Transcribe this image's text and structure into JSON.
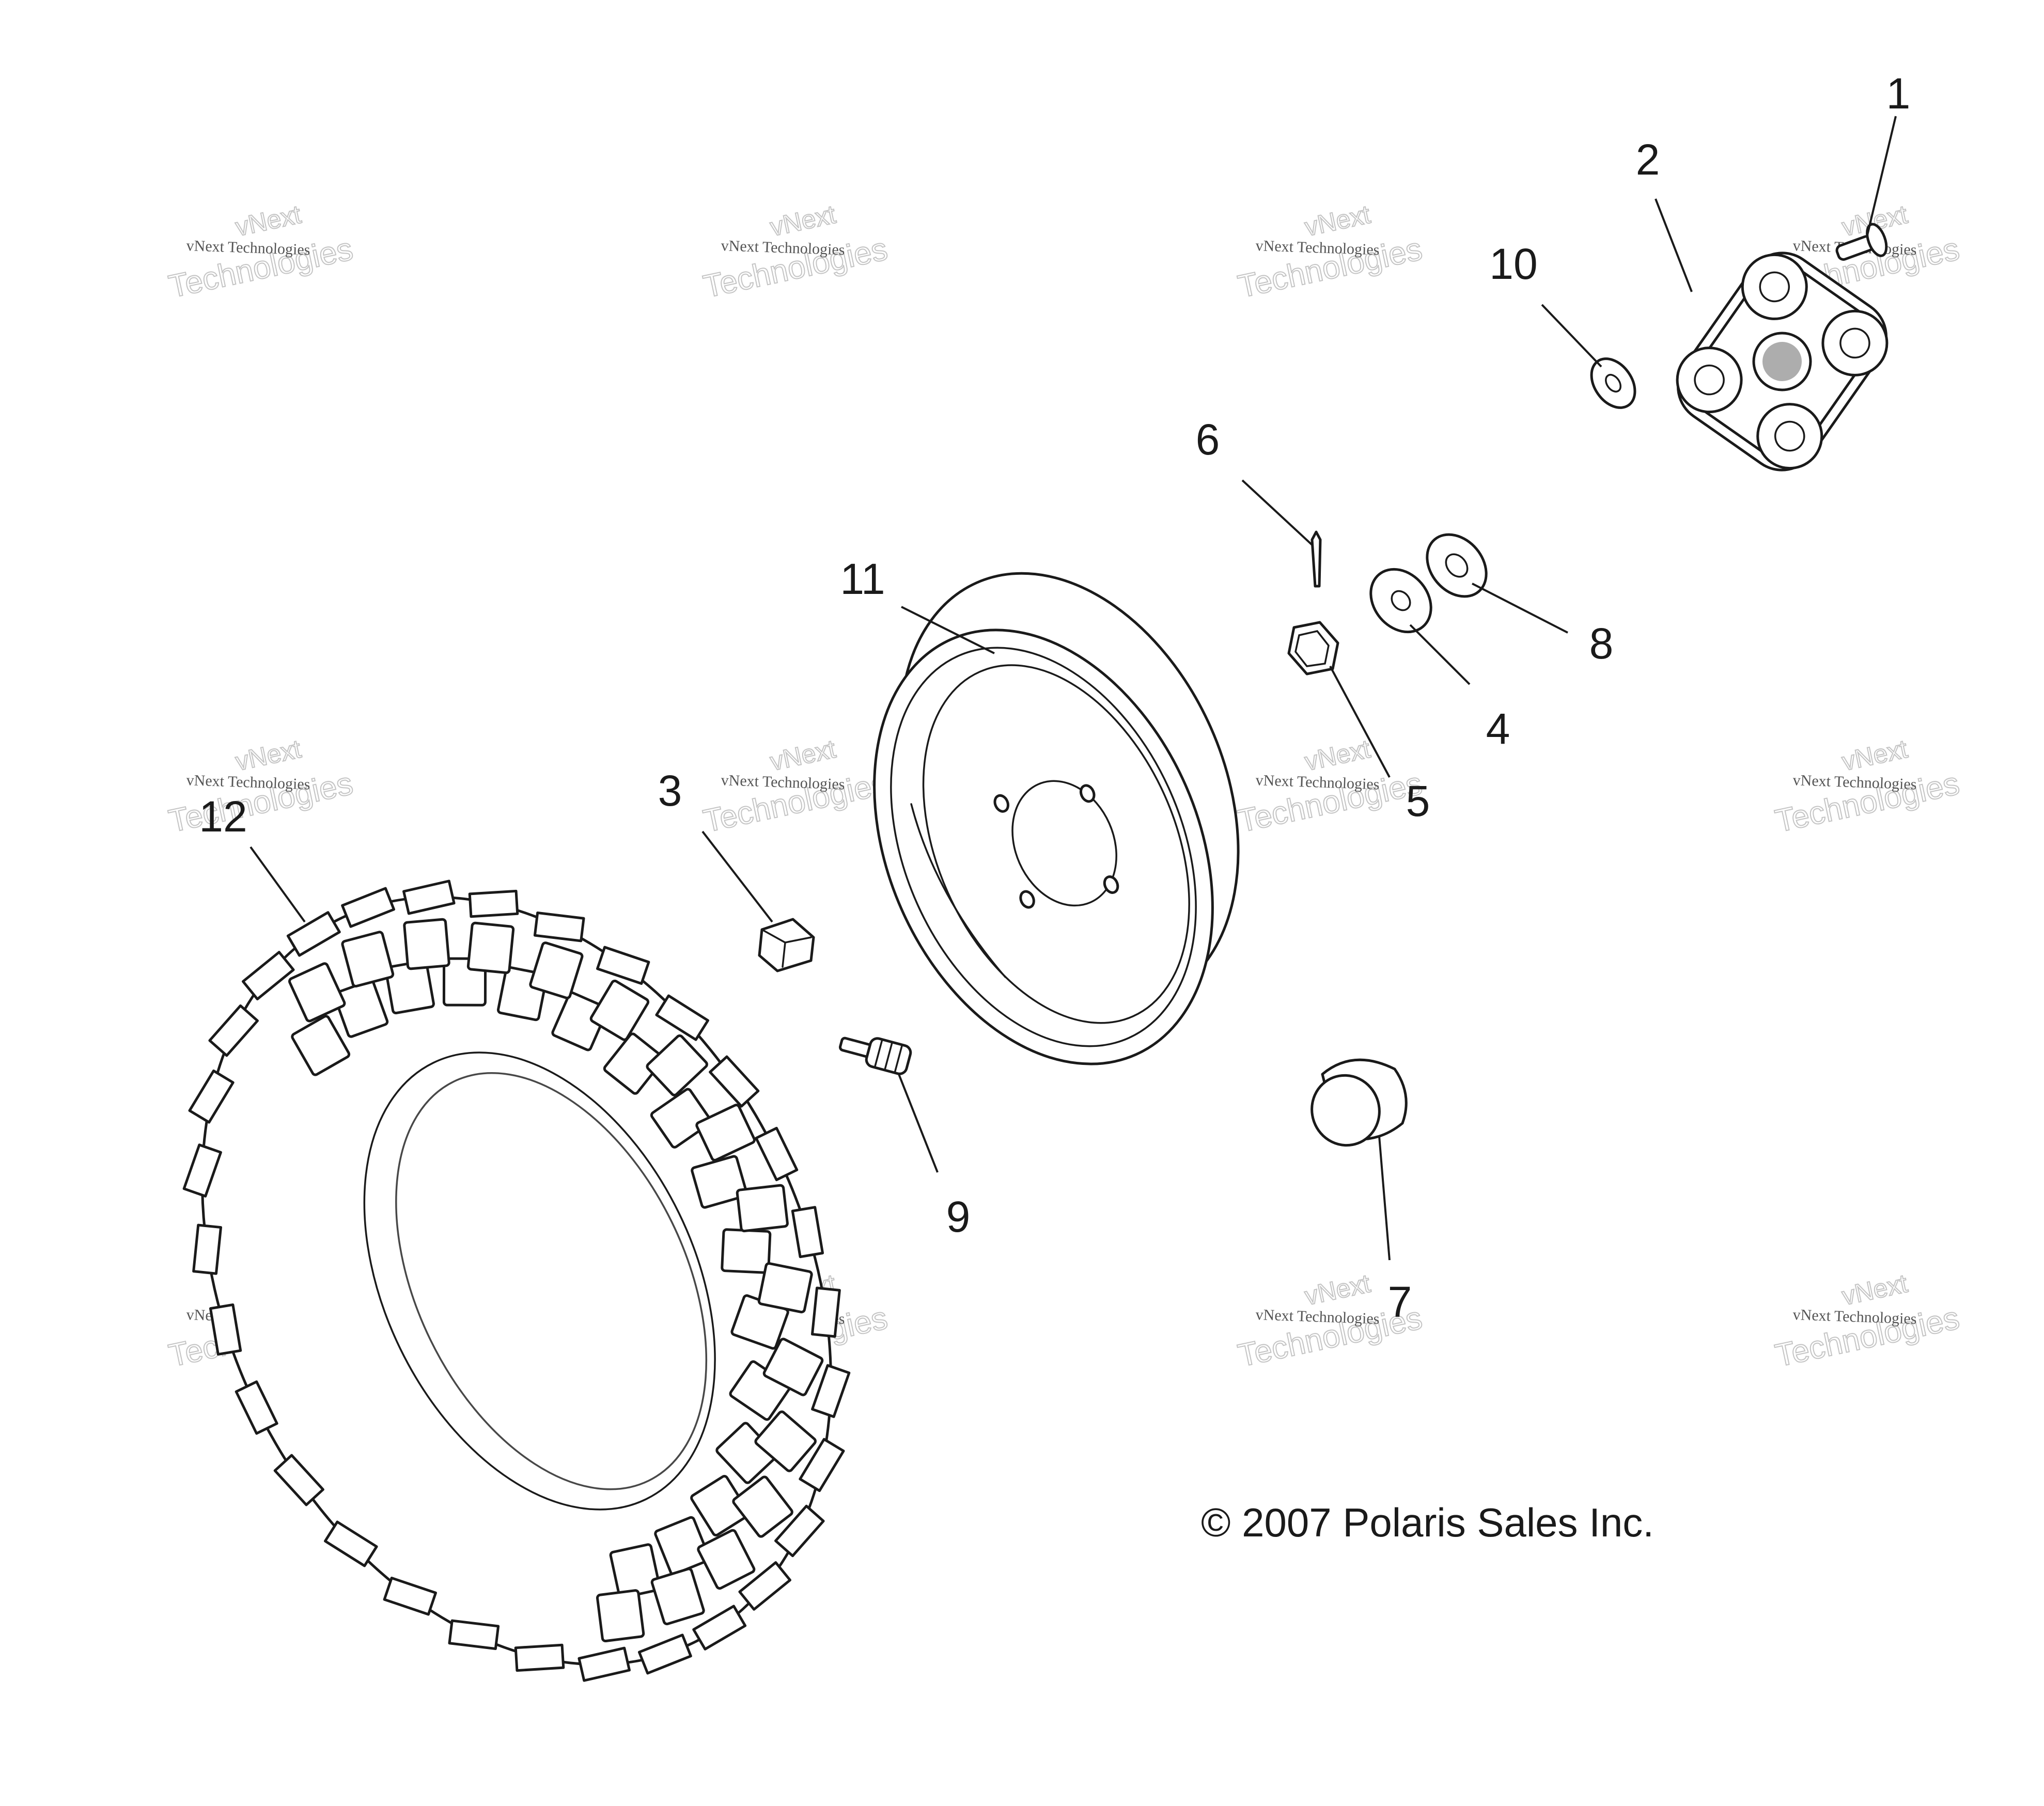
{
  "callouts": [
    {
      "id": "1",
      "label": "1"
    },
    {
      "id": "2",
      "label": "2"
    },
    {
      "id": "3",
      "label": "3"
    },
    {
      "id": "4",
      "label": "4"
    },
    {
      "id": "5",
      "label": "5"
    },
    {
      "id": "6",
      "label": "6"
    },
    {
      "id": "7",
      "label": "7"
    },
    {
      "id": "8",
      "label": "8"
    },
    {
      "id": "9",
      "label": "9"
    },
    {
      "id": "10",
      "label": "10"
    },
    {
      "id": "11",
      "label": "11"
    },
    {
      "id": "12",
      "label": "12"
    }
  ],
  "copyright": "© 2007 Polaris Sales Inc.",
  "watermark": {
    "line1": "vNext Technologies",
    "line2": "Technologies",
    "line3": "vNext"
  }
}
